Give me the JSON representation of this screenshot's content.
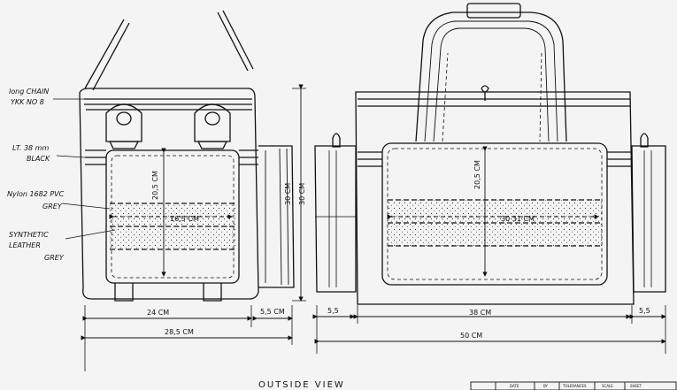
{
  "labels": {
    "zipper": [
      "long CHAIN",
      "YKK NO 8"
    ],
    "buckle": [
      "LT. 38 mm",
      "BLACK"
    ],
    "nylon": [
      "Nylon 1682 PVC",
      "GREY"
    ],
    "leather": [
      "SYNTHETIC",
      "LEATHER",
      "GREY"
    ]
  },
  "dimensions": {
    "side_height_inner": "20,5 CM",
    "side_height_outer": "30 CM",
    "side_height_total": "30 CM",
    "side_width_inner": "16,5 CM",
    "side_depth": "24 CM",
    "side_total_width": "28,5 CM",
    "side_pocket": "5,5 CM",
    "front_height_inner": "20,5 CM",
    "front_width_inner": "30 31 CM",
    "front_body": "38 CM",
    "front_left_pocket": "5,5",
    "front_right_pocket": "5,5",
    "front_total": "50 CM"
  },
  "title": "OUTSIDE  VIEW",
  "title_block": {
    "date": "DATE",
    "by": "BY",
    "tolerances": "TOLERANCES",
    "scale": "SCALE",
    "sheet": "SHEET"
  }
}
